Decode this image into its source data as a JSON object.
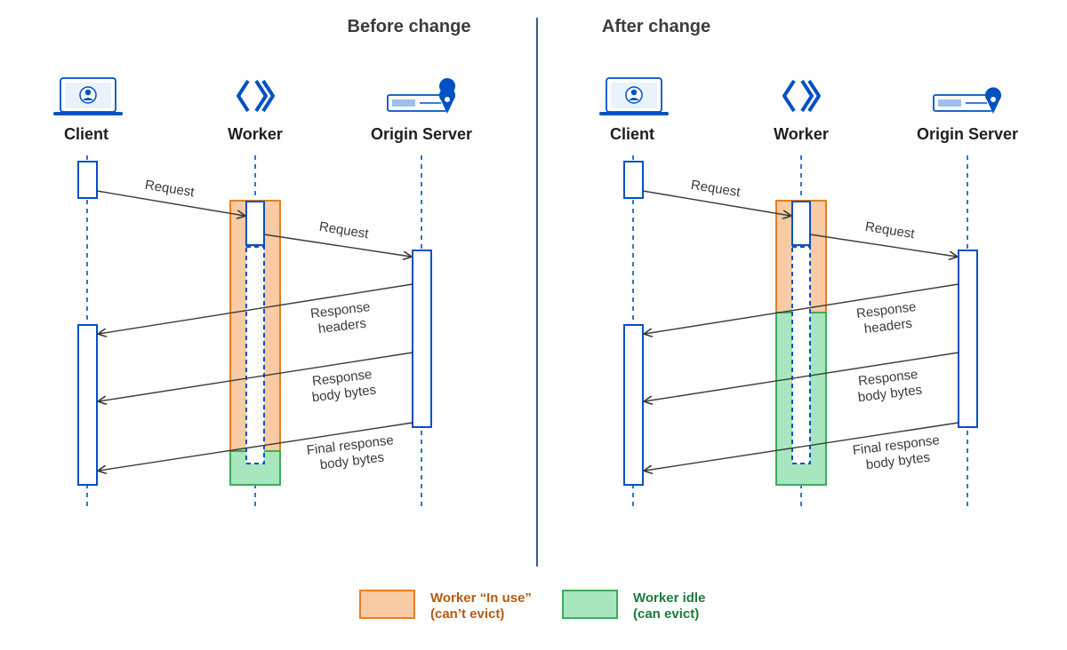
{
  "panels": [
    {
      "title": "Before change",
      "actors": {
        "client": "Client",
        "worker": "Worker",
        "origin": "Origin Server"
      },
      "messages": {
        "req1": "Request",
        "req2": "Request",
        "resp_headers": [
          "Response",
          "headers"
        ],
        "resp_body": [
          "Response",
          "body bytes"
        ],
        "resp_final": [
          "Final response",
          "body bytes"
        ]
      },
      "worker_state": "in-use-until-final-response"
    },
    {
      "title": "After change",
      "actors": {
        "client": "Client",
        "worker": "Worker",
        "origin": "Origin Server"
      },
      "messages": {
        "req1": "Request",
        "req2": "Request",
        "resp_headers": [
          "Response",
          "headers"
        ],
        "resp_body": [
          "Response",
          "body bytes"
        ],
        "resp_final": [
          "Final response",
          "body bytes"
        ]
      },
      "worker_state": "in-use-until-response-headers"
    }
  ],
  "legend": {
    "in_use": {
      "line1": "Worker “In use”",
      "line2": "(can’t evict)"
    },
    "idle": {
      "line1": "Worker idle",
      "line2": "(can evict)"
    }
  },
  "colors": {
    "blue": "#0051c3",
    "divider": "#2f5d8f",
    "in_use_fill": "#f8cba4",
    "in_use_stroke": "#e57f24",
    "in_use_text": "#b35c12",
    "idle_fill": "#a8e6be",
    "idle_stroke": "#3daa5b",
    "idle_text": "#1e7a3a",
    "arrow": "#3a3a3a"
  },
  "icons": {
    "client": "laptop-user-icon",
    "worker": "workers-chevron-icon",
    "origin": "server-location-icon"
  }
}
